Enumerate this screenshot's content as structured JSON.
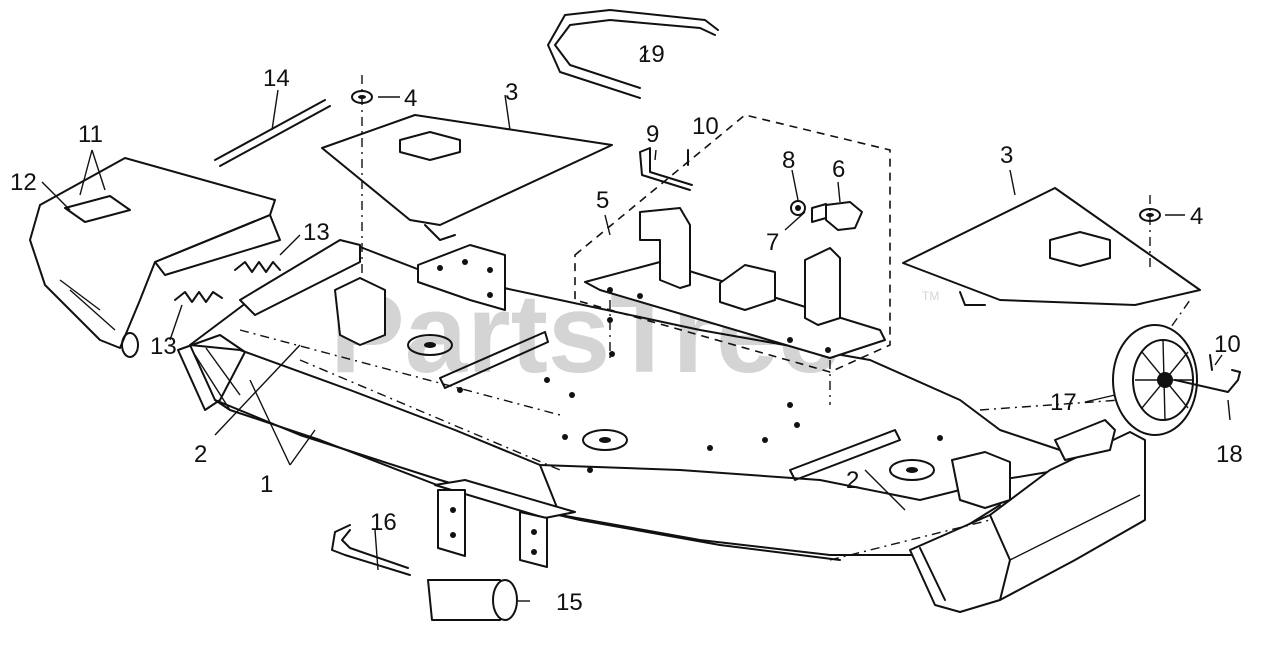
{
  "watermark": {
    "text": "PartsTree",
    "trademark": "TM"
  },
  "callouts": [
    {
      "id": "c1",
      "label": "1"
    },
    {
      "id": "c2a",
      "label": "2"
    },
    {
      "id": "c2b",
      "label": "2"
    },
    {
      "id": "c3a",
      "label": "3"
    },
    {
      "id": "c3b",
      "label": "3"
    },
    {
      "id": "c4a",
      "label": "4"
    },
    {
      "id": "c4b",
      "label": "4"
    },
    {
      "id": "c5",
      "label": "5"
    },
    {
      "id": "c6",
      "label": "6"
    },
    {
      "id": "c7",
      "label": "7"
    },
    {
      "id": "c8",
      "label": "8"
    },
    {
      "id": "c9",
      "label": "9"
    },
    {
      "id": "c10a",
      "label": "10"
    },
    {
      "id": "c10b",
      "label": "10"
    },
    {
      "id": "c11",
      "label": "11"
    },
    {
      "id": "c12",
      "label": "12"
    },
    {
      "id": "c13a",
      "label": "13"
    },
    {
      "id": "c13b",
      "label": "13"
    },
    {
      "id": "c14",
      "label": "14"
    },
    {
      "id": "c15",
      "label": "15"
    },
    {
      "id": "c16",
      "label": "16"
    },
    {
      "id": "c17",
      "label": "17"
    },
    {
      "id": "c18",
      "label": "18"
    },
    {
      "id": "c19",
      "label": "19"
    }
  ]
}
